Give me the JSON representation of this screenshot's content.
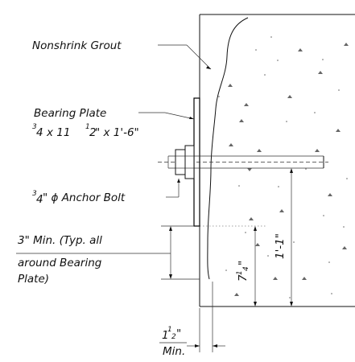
{
  "labels": {
    "grout": "Nonshrink Grout",
    "plate_line1": "Bearing Plate",
    "plate_line2": "x 11",
    "plate_line2b": "\" x 1'-6\"",
    "plate_w_num": "3",
    "plate_w_den": "4",
    "plate_l_num": "1",
    "plate_l_den": "2",
    "bolt_num": "3",
    "bolt_den": "4",
    "bolt": "\" ϕ Anchor Bolt",
    "min_line1": "3\" Min. (Typ. all",
    "min_line2": "around Bearing",
    "min_line3": "Plate)",
    "dim_7": "7",
    "dim_7_num": "1",
    "dim_7_den": "4",
    "dim_7_q": "\"",
    "dim_11": "1'-1\"",
    "dim_15": "1",
    "dim_15_num": "1",
    "dim_15_den": "2",
    "dim_15_q": "\"",
    "min": "Min."
  }
}
